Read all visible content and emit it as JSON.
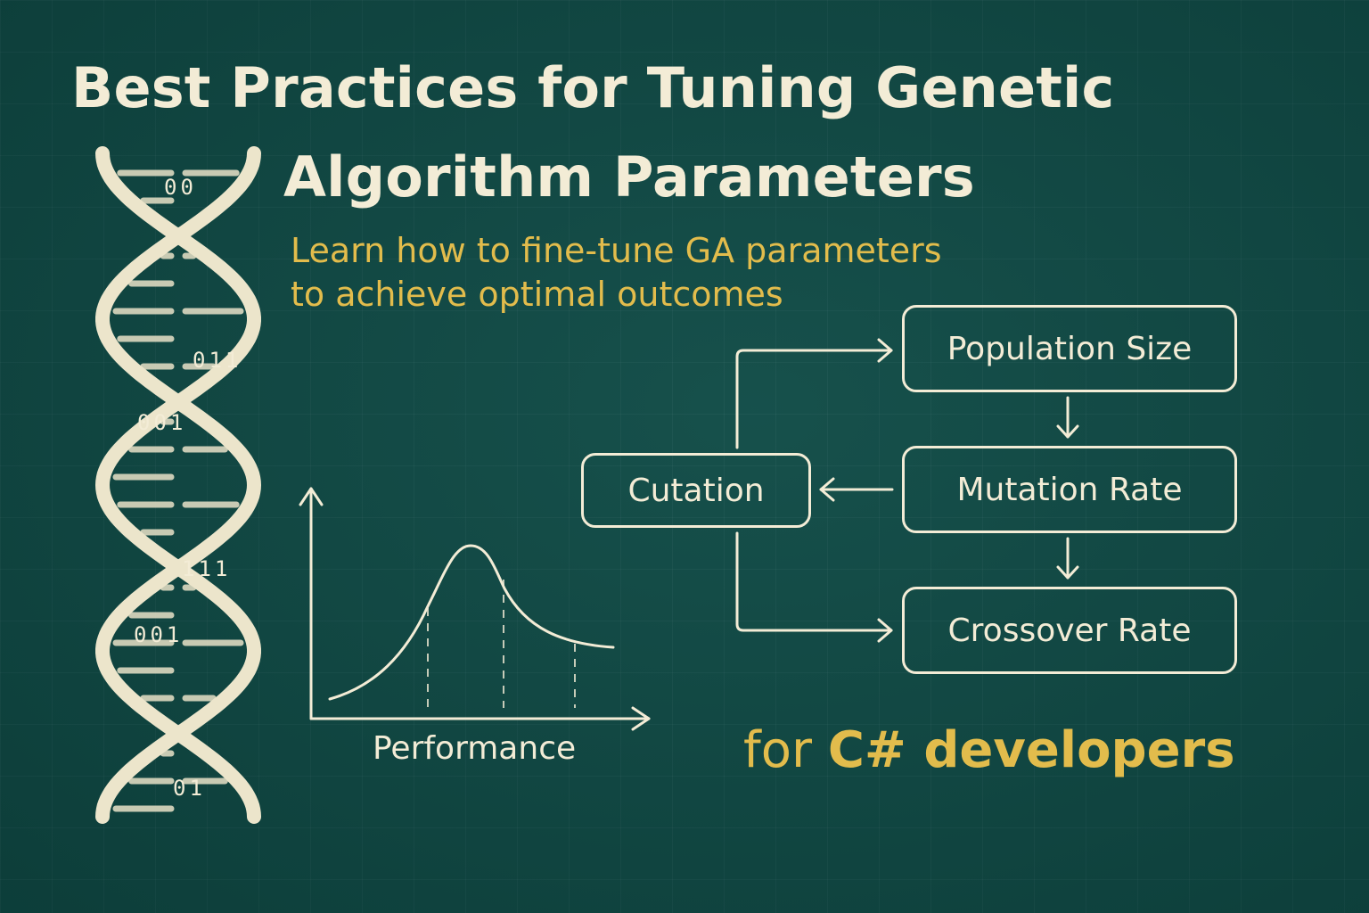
{
  "colors": {
    "background": "#0f4b46",
    "cream": "#f3ecd6",
    "gold": "#e2bc4c"
  },
  "title": {
    "line1": "Best Practices for Tuning Genetic",
    "line2": "Algorithm Parameters"
  },
  "subtitle": {
    "line1": "Learn how to fine-tune GA parameters",
    "line2": "to achieve optimal outcomes"
  },
  "flow": {
    "population": "Population Size",
    "mutation": "Mutation Rate",
    "crossover": "Crossover Rate",
    "cutation": "Cutation"
  },
  "chart": {
    "xlabel": "Performance"
  },
  "footer": {
    "prefix": "for ",
    "emphasis": "C# developers"
  },
  "dna_binary": [
    "00",
    "011",
    "001",
    "111",
    "001",
    "01"
  ],
  "icons": [
    "dna-helix-icon",
    "arrow-right-icon",
    "arrow-down-icon",
    "arrow-left-icon"
  ]
}
